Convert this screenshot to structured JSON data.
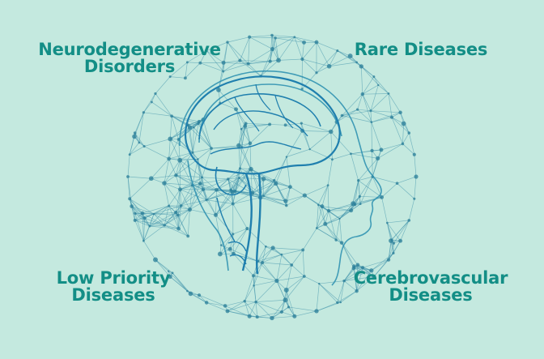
{
  "labels": {
    "top_left": {
      "line1": "Neurodegenerative",
      "line2": "Disorders"
    },
    "top_right": {
      "line1": "Rare Diseases"
    },
    "bottom_left": {
      "line1": "Low Priority",
      "line2": "Diseases"
    },
    "bottom_right": {
      "line1": "Cerebrovascular",
      "line2": "Diseases"
    }
  },
  "colors": {
    "background": "#c4e9df",
    "text": "#138e86",
    "network": "#2a8fb0",
    "brain": "#1f7fae"
  },
  "illustration": "brain-network-sphere"
}
